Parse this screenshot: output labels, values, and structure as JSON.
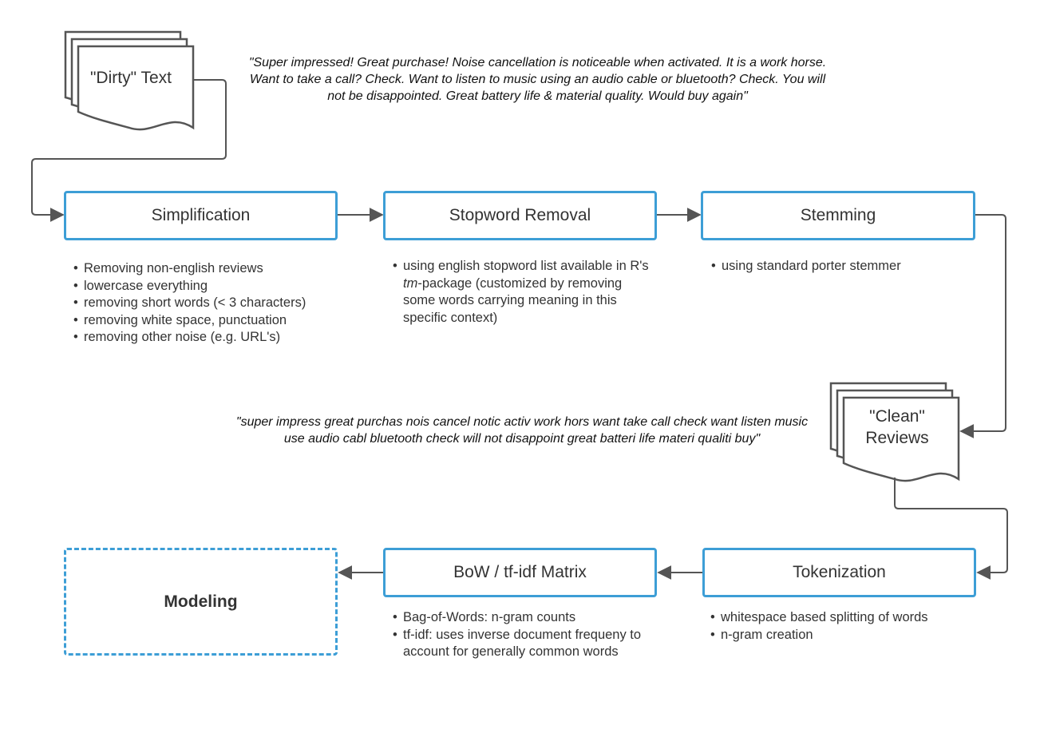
{
  "documents": {
    "dirty_text": {
      "label": "\"Dirty\" Text",
      "icon": "document-stack-icon"
    },
    "clean_reviews": {
      "label": "\"Clean\" Reviews",
      "icon": "document-stack-icon"
    }
  },
  "quotes": {
    "original_review": "\"Super impressed! Great purchase! Noise cancellation is noticeable when activated. It is a work horse. Want to take a call? Check. Want to listen to music using an audio cable or bluetooth? Check. You will not be disappointed. Great battery life & material quality. Would buy again\"",
    "processed_review": "\"super impress great purchas nois cancel notic activ work hors want take call check want listen music use audio cabl bluetooth check will not disappoint great batteri life materi qualiti buy\""
  },
  "steps": {
    "simplification": {
      "label": "Simplification",
      "notes": [
        "Removing non-english reviews",
        "lowercase everything",
        "removing short words (< 3 characters)",
        "removing white space, punctuation",
        "removing other noise (e.g. URL's)"
      ]
    },
    "stopword_removal": {
      "label": "Stopword Removal",
      "notes": {
        "intro": "using english stopword list available in R's ",
        "package_name": "tm",
        "rest": "-package (customized by removing some words carrying meaning in this specific context)"
      }
    },
    "stemming": {
      "label": "Stemming",
      "notes": [
        "using standard porter stemmer"
      ]
    },
    "tokenization": {
      "label": "Tokenization",
      "notes": [
        "whitespace based splitting of words",
        "n-gram creation"
      ]
    },
    "bow_tfidf": {
      "label": "BoW / tf-idf Matrix",
      "notes": [
        "Bag-of-Words: n-gram counts",
        "tf-idf: uses inverse document frequeny to account for generally common words"
      ]
    },
    "modeling": {
      "label": "Modeling"
    }
  },
  "colors": {
    "box_border": "#3d9ed6",
    "connector": "#555555",
    "text": "#333333"
  }
}
